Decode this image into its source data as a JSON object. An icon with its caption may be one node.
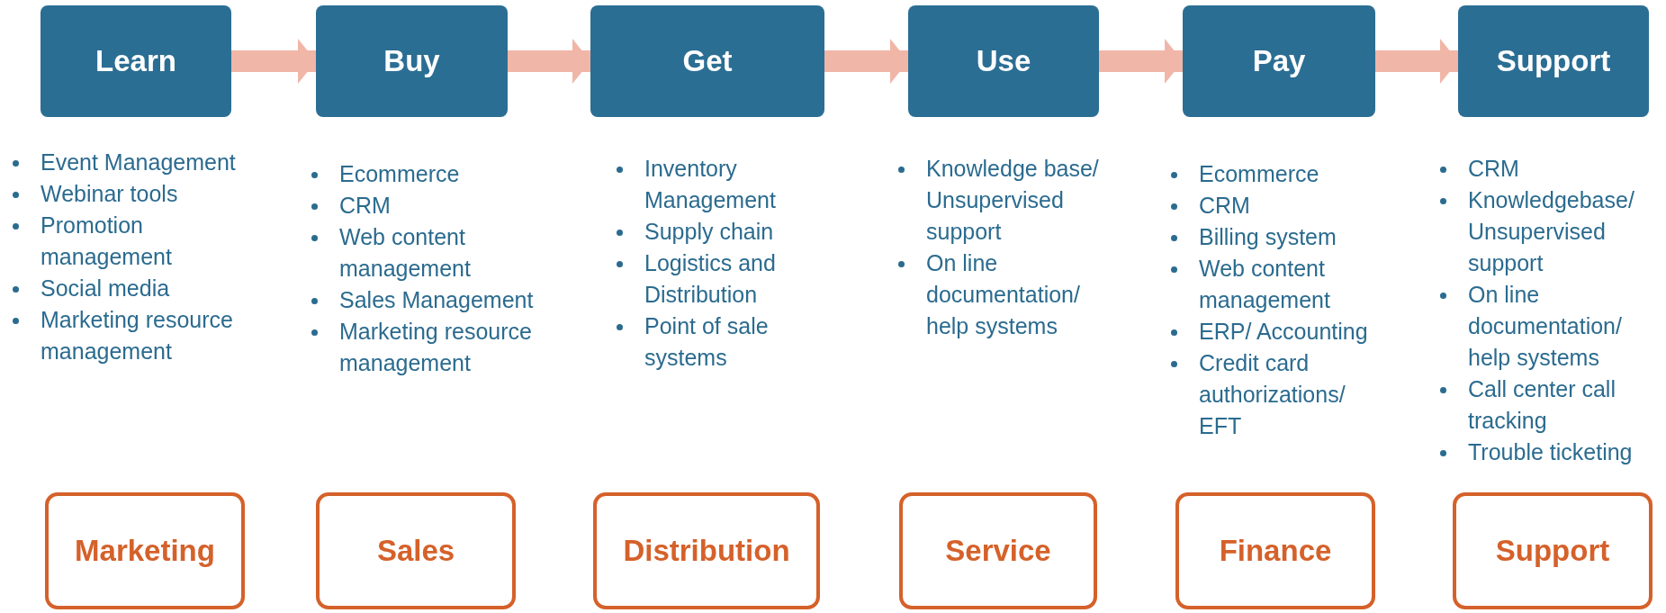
{
  "diagram": {
    "nodes": [
      {
        "text": [
          "Learn"
        ],
        "beside": [
          "Event Management",
          "Webinar tools",
          "Promotion management",
          "Social media",
          "Marketing resource management"
        ]
      },
      {
        "text": [
          "Buy"
        ],
        "beside": [
          "Ecommerce",
          "CRM",
          "Web content management",
          "Sales Management",
          "Marketing resource management"
        ]
      },
      {
        "text": [
          "Get"
        ],
        "beside": [
          "Inventory Management",
          "Supply chain",
          "Logistics and Distribution",
          "Point of sale systems"
        ]
      },
      {
        "text": [
          "Use"
        ],
        "beside": [
          "Knowledge base/ Unsupervised support",
          "On line documentation/ help systems"
        ]
      },
      {
        "text": [
          "Pay"
        ],
        "beside": [
          "Ecommerce",
          "CRM",
          "Billing system",
          "Web content management",
          "ERP/ Accounting",
          "Credit card authorizations/ EFT"
        ]
      },
      {
        "text": [
          "Support"
        ],
        "beside": [
          "CRM",
          "Knowledgebase/ Unsupervised support",
          "On line documentation/ help systems",
          "Call center call tracking",
          "Trouble ticketing"
        ]
      },
      {
        "text": [
          "Marketing"
        ]
      },
      {
        "text": [
          "Sales"
        ]
      },
      {
        "text": [
          "Distribution"
        ]
      },
      {
        "text": [
          "Service"
        ]
      },
      {
        "text": [
          "Finance"
        ]
      },
      {
        "text": [
          "Support"
        ]
      }
    ],
    "edges": [
      {
        "from": 0,
        "to": 1,
        "arrow": "to"
      },
      {
        "from": 1,
        "to": 2,
        "arrow": "to"
      },
      {
        "from": 2,
        "to": 3,
        "arrow": "to"
      },
      {
        "from": 3,
        "to": 4,
        "arrow": "to"
      },
      {
        "from": 4,
        "to": 5,
        "arrow": "to"
      }
    ]
  }
}
